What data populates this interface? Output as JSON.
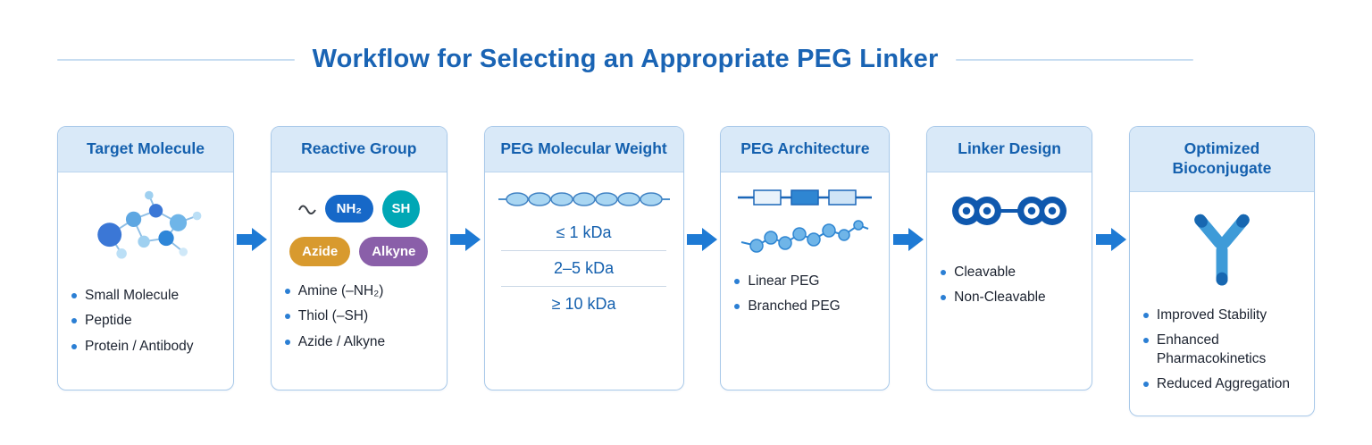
{
  "title": "Workflow for Selecting an Appropriate PEG Linker",
  "steps": [
    {
      "title": "Target Molecule",
      "icon": "molecule-icon",
      "items": [
        "Small Molecule",
        "Peptide",
        "Protein / Antibody"
      ]
    },
    {
      "title": "Reactive Group",
      "badges": [
        {
          "label": "NH₂",
          "color": "#1668C8"
        },
        {
          "label": "SH",
          "color": "#00A7B5"
        },
        {
          "label": "Azide",
          "color": "#D89A2E"
        },
        {
          "label": "Alkyne",
          "color": "#8A5FA9"
        }
      ],
      "items": [
        "Amine (–NH₂)",
        "Thiol (–SH)",
        "Azide / Alkyne"
      ]
    },
    {
      "title": "PEG Molecular Weight",
      "icon": "peg-chain-icon",
      "weights": [
        "≤ 1 kDa",
        "2–5 kDa",
        "≥ 10 kDa"
      ]
    },
    {
      "title": "PEG Architecture",
      "icon": "linear-branched-peg-icon",
      "items": [
        "Linear PEG",
        "Branched PEG"
      ]
    },
    {
      "title": "Linker Design",
      "icon": "chain-links-icon",
      "items": [
        "Cleavable",
        "Non-Cleavable"
      ]
    },
    {
      "title": "Optimized Bioconjugate",
      "icon": "antibody-icon",
      "items": [
        "Improved Stability",
        "Enhanced Pharmacokinetics",
        "Reduced Aggregation"
      ]
    }
  ],
  "colors": {
    "title_blue": "#1A64B4",
    "header_bg": "#D9E9F8",
    "box_border": "#A9C9E9",
    "arrow_blue": "#1E7AD4",
    "bullet_blue": "#2B7FD4",
    "weight_text": "#1460AE",
    "link_icon_blue": "#0F58AE",
    "antibody_blue": "#3E9BD8"
  }
}
